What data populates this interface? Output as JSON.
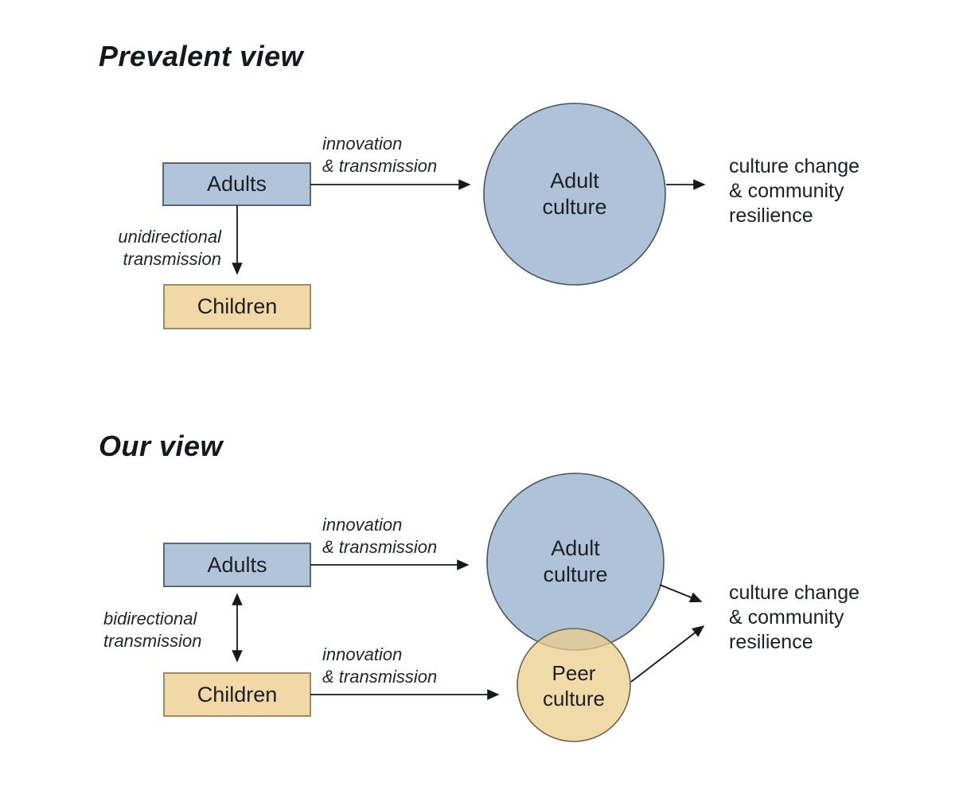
{
  "colors": {
    "box_blue_fill": "#b0c5da",
    "box_blue_border": "#5d6774",
    "box_tan_fill": "#f2d8a6",
    "box_tan_border": "#9c8c63",
    "circle_blue_fill": "#aec3d8",
    "circle_blue_border": "#4a5260",
    "circle_tan_fill": "#ebcd8b",
    "circle_tan_border": "#6d6349",
    "arrow_color": "#16181d",
    "text_color": "#1c1f24"
  },
  "prevalent": {
    "title": "Prevalent view",
    "adults_box": "Adults",
    "children_box": "Children",
    "adults_arrow_label": "innovation\n& transmission",
    "vertical_arrow_label": "unidirectional\ntransmission",
    "adult_culture_circle": "Adult\nculture",
    "outcome": "culture change\n& community\nresilience"
  },
  "our": {
    "title": "Our view",
    "adults_box": "Adults",
    "children_box": "Children",
    "adults_arrow_label": "innovation\n& transmission",
    "children_arrow_label": "innovation\n& transmission",
    "vertical_arrow_label": "bidirectional\ntransmission",
    "adult_culture_circle": "Adult\nculture",
    "peer_culture_circle": "Peer\nculture",
    "outcome": "culture change\n& community\nresilience"
  }
}
